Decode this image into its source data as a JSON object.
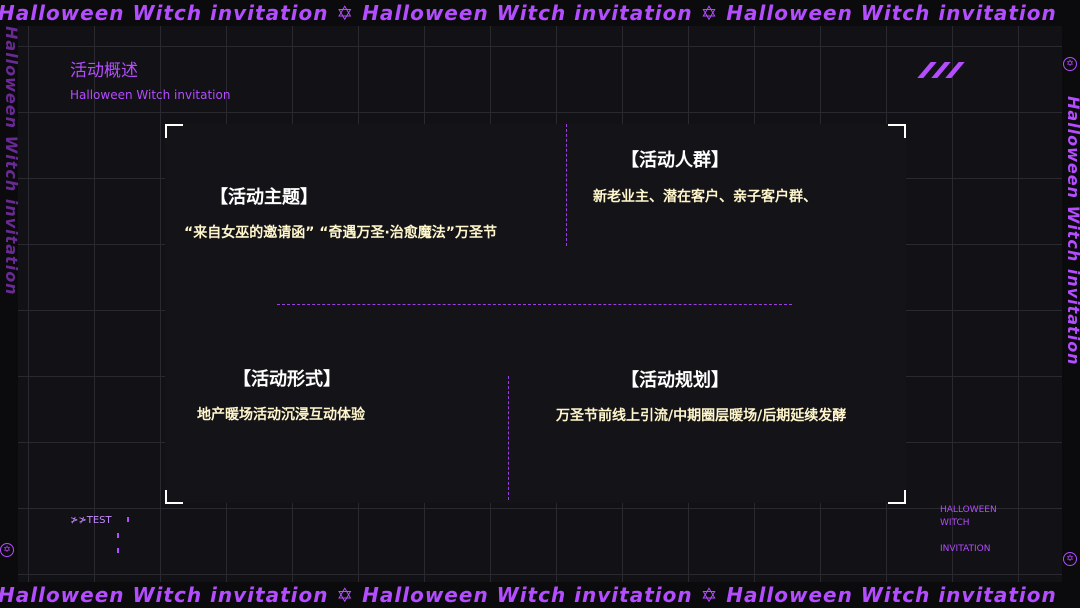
{
  "banner": {
    "top_text": "Halloween Witch invitation ✡ Halloween Witch invitation ✡ Halloween Witch invitation",
    "bottom_text": "Halloween Witch invitation ✡ Halloween Witch invitation ✡ Halloween Witch invitation",
    "right_text": "Halloween Witch invitation",
    "left_text": "Halloween Witch invitation"
  },
  "section": {
    "title": "活动概述",
    "subtitle": "Halloween Witch invitation"
  },
  "quadrants": {
    "theme": {
      "title": "【活动主题】",
      "body": "“来自女巫的邀请函”  “奇遇万圣·治愈魔法”万圣节"
    },
    "audience": {
      "title": "【活动人群】",
      "body": "新老业主、潜在客户、亲子客户群、"
    },
    "format": {
      "title": "【活动形式】",
      "body": "地产暖场活动沉浸互动体验"
    },
    "plan": {
      "title": "【活动规划】",
      "body": "万圣节前线上引流/中期圈层暖场/后期延续发酵"
    }
  },
  "footer": {
    "test_label": "≯≯TEST",
    "line1": "HALLOWEEN",
    "line2": "WITCH",
    "line3": "INVITATION"
  },
  "colors": {
    "accent": "#b44cff",
    "background": "#121116",
    "body_text": "#fff6cc"
  },
  "icons": [
    "pentagram-icon",
    "slash-decoration-icon"
  ]
}
